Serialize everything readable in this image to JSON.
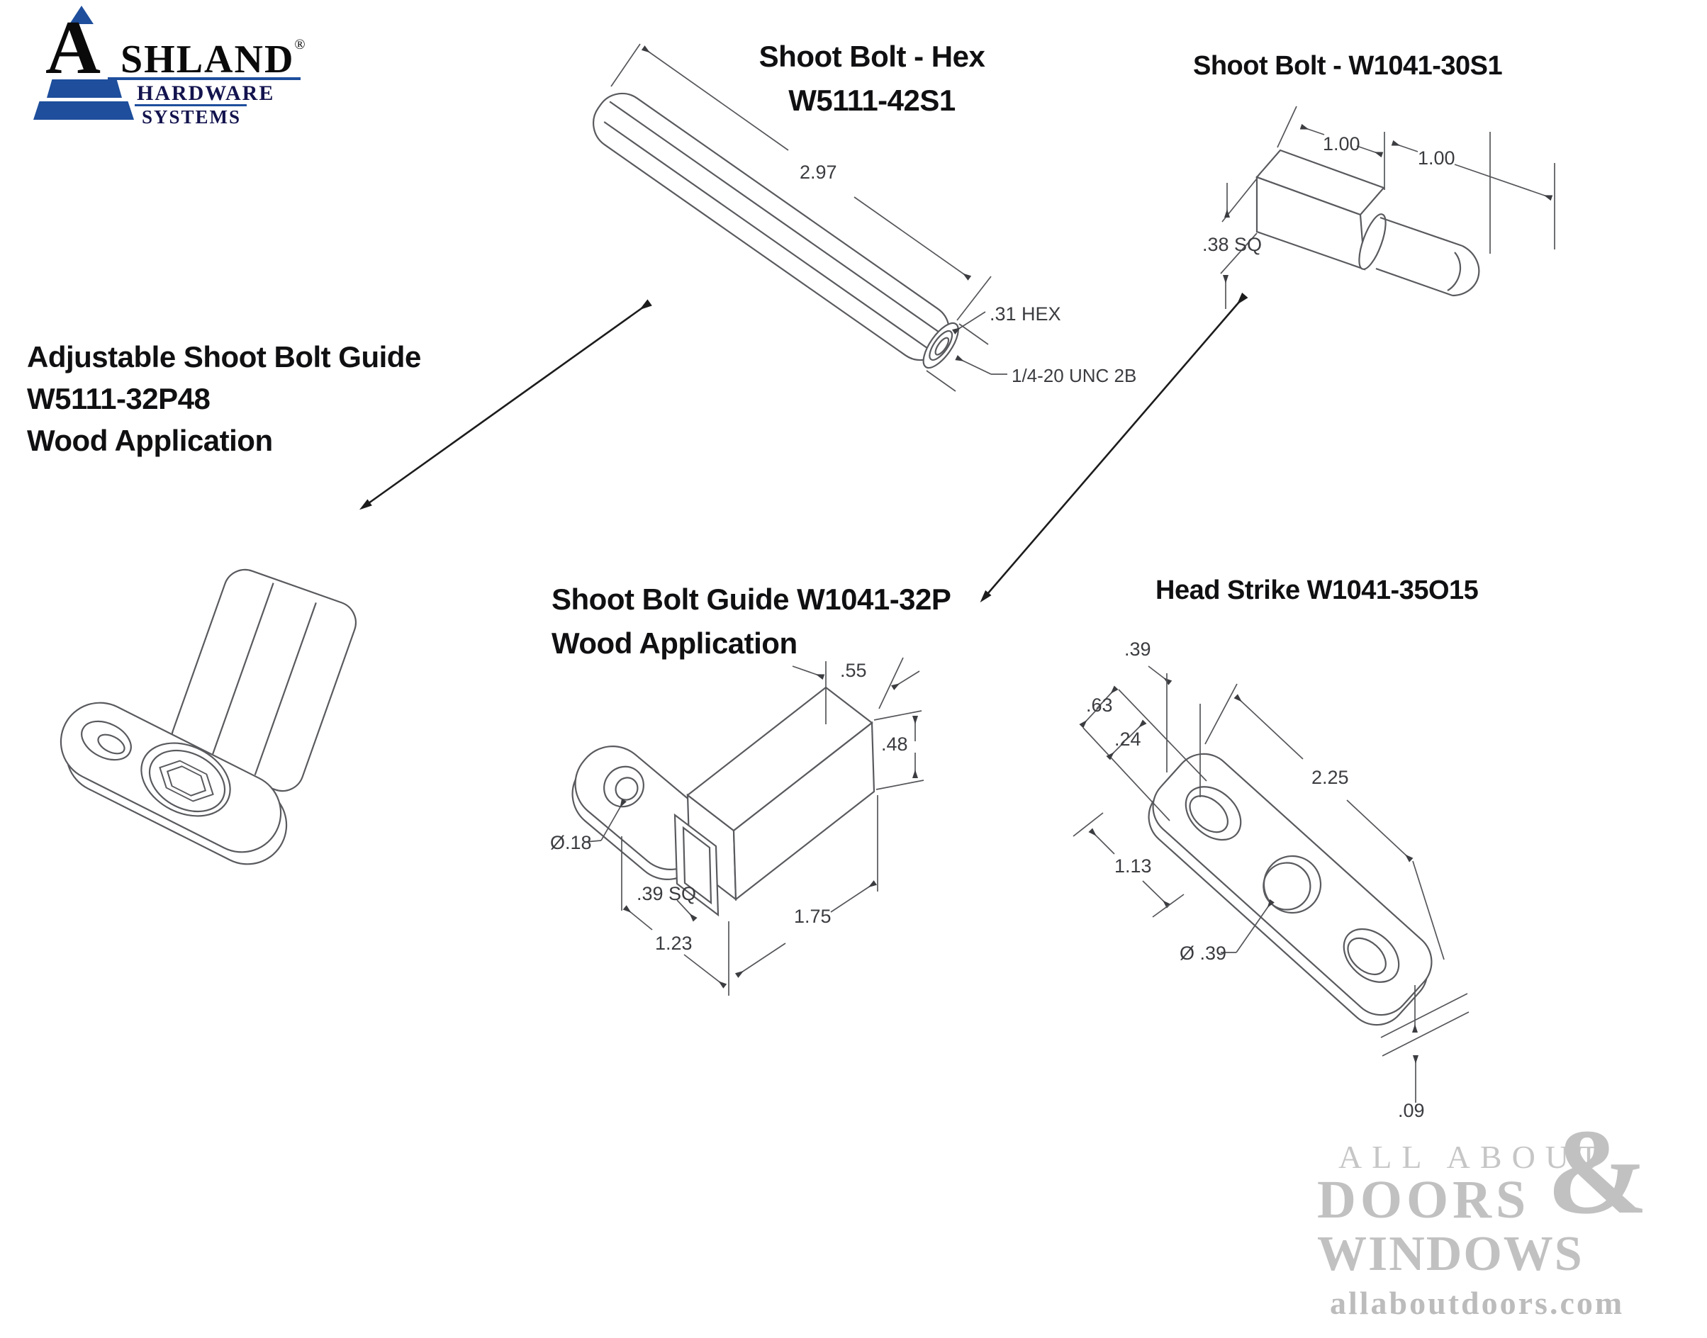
{
  "logo": {
    "a": "A",
    "shland": "SHLAND",
    "registered": "®",
    "hardware": "HARDWARE",
    "systems": "SYSTEMS",
    "accent_blue": "#1e4e9c"
  },
  "parts": {
    "hex_bolt": {
      "title_line1": "Shoot Bolt - Hex",
      "title_line2": "W5111-42S1",
      "dim_length": "2.97",
      "dim_hex": ".31 HEX",
      "dim_thread": "1/4-20 UNC 2B"
    },
    "shoot_bolt": {
      "title": "Shoot Bolt - W1041-30S1",
      "dim_bar_length": "1.00",
      "dim_pin_length": "1.00",
      "dim_square": ".38 SQ"
    },
    "adjustable_guide": {
      "title_line1": "Adjustable Shoot Bolt Guide",
      "title_line2": "W5111-32P48",
      "title_line3": "Wood Application"
    },
    "guide": {
      "title_line1": "Shoot Bolt Guide W1041-32P",
      "title_line2": "Wood Application",
      "dim_top": ".55",
      "dim_height": ".48",
      "dim_length": "1.75",
      "dim_square": ".39 SQ",
      "dim_width": "1.23",
      "dim_hole": "Ø.18"
    },
    "head_strike": {
      "title": "Head Strike W1041-35O15",
      "dim_end_offset": ".39",
      "dim_width": ".63",
      "dim_slot": ".24",
      "dim_length": "2.25",
      "dim_center": "1.13",
      "dim_hole": "Ø .39",
      "dim_thickness": ".09"
    }
  },
  "watermark": {
    "line1": "ALL ABOUT",
    "ampersand": "&",
    "line2": "DOORS",
    "line3": "WINDOWS",
    "url": "allaboutdoors.com",
    "gray": "#c1c1c1"
  }
}
